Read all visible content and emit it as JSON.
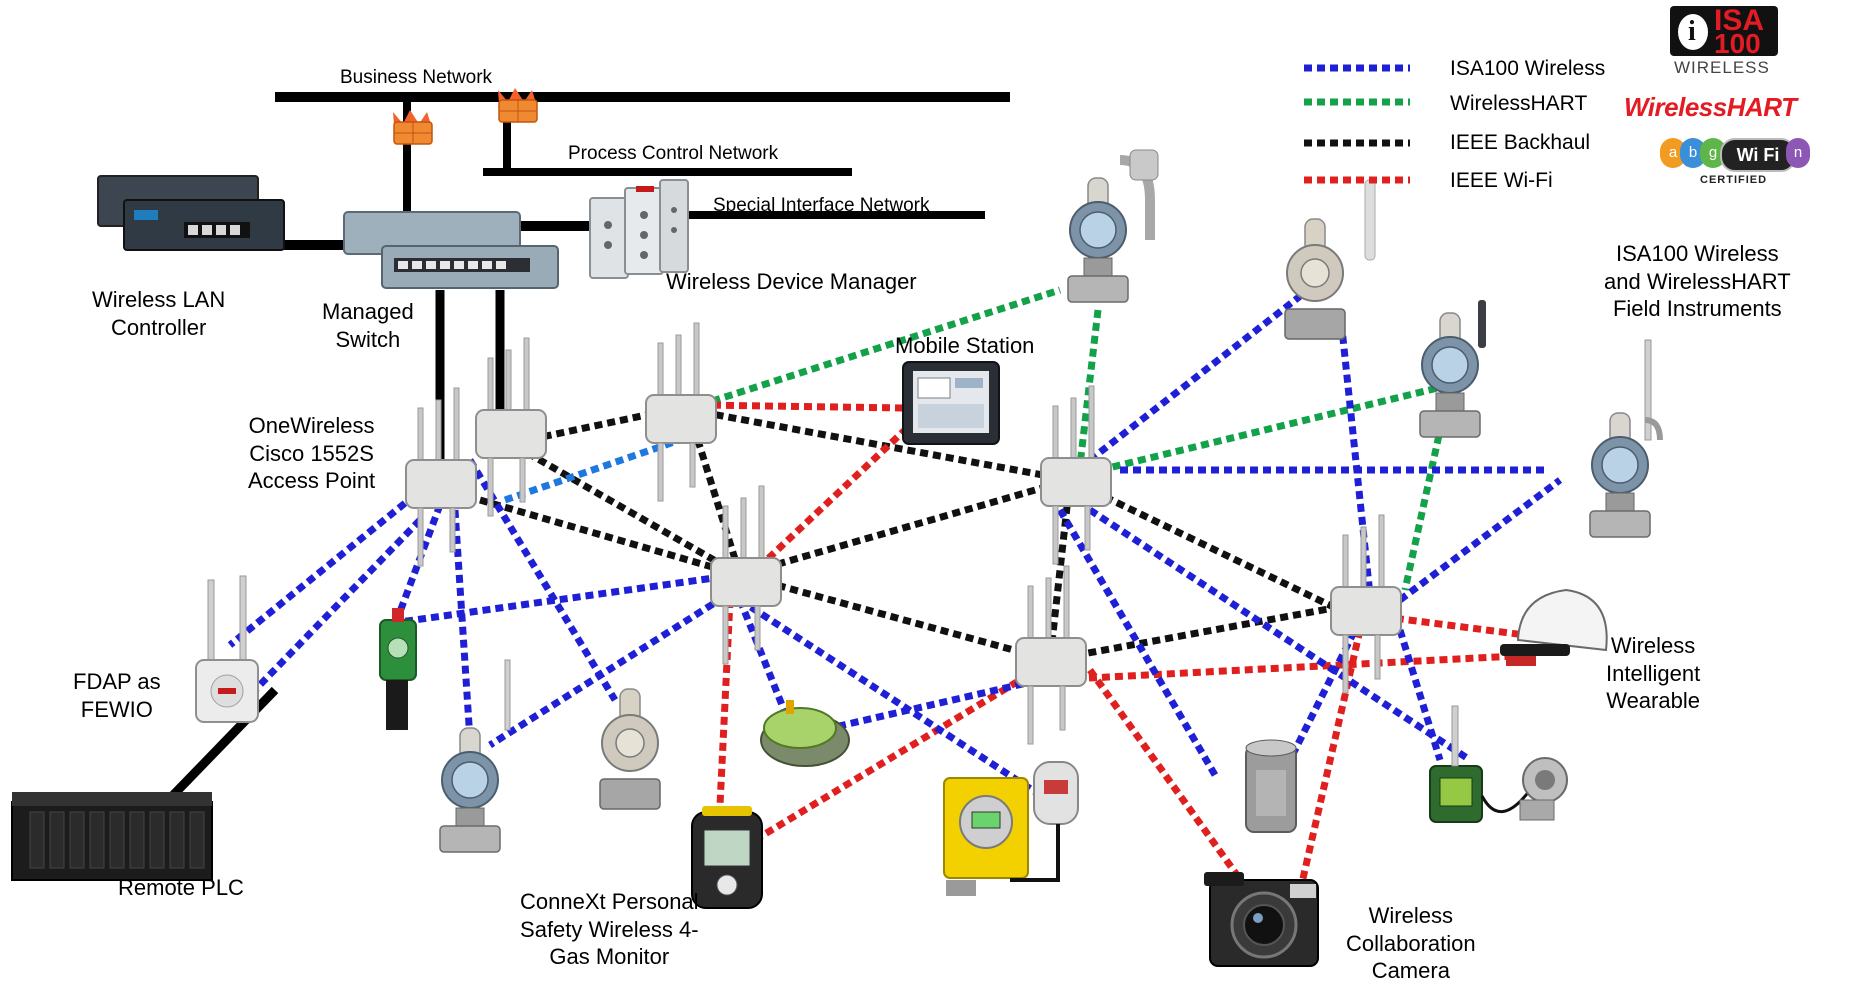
{
  "networks": {
    "business": "Business Network",
    "process_control": "Process Control Network",
    "special_interface": "Special Interface Network"
  },
  "labels": {
    "wireless_lan_controller": "Wireless LAN\nController",
    "managed_switch": "Managed\nSwitch",
    "wireless_device_manager": "Wireless Device Manager",
    "mobile_station": "Mobile Station",
    "access_point": "OneWireless\nCisco 1552S\nAccess Point",
    "fdap": "FDAP as\nFEWIO",
    "remote_plc": "Remote PLC",
    "gas_monitor": "ConneXt Personal\nSafety Wireless 4-\nGas Monitor",
    "field_instruments": "ISA100 Wireless\nand WirelessHART\nField Instruments",
    "wearable": "Wireless\nIntelligent\nWearable",
    "camera": "Wireless\nCollaboration\nCamera"
  },
  "legend": [
    {
      "label": "ISA100 Wireless",
      "color": "#1f1fd6"
    },
    {
      "label": "WirelessHART",
      "color": "#13a14a"
    },
    {
      "label": "IEEE Backhaul",
      "color": "#111111"
    },
    {
      "label": "IEEE Wi-Fi",
      "color": "#e0201f"
    }
  ],
  "logos": {
    "isa_top": "ISA",
    "isa_100": "100",
    "isa_wireless": "WIRELESS",
    "wirelesshart": "WirelessHART",
    "wifi_letters": [
      "a",
      "b",
      "g",
      "n"
    ],
    "wifi": "Wi Fi",
    "wifi_certified": "CERTIFIED"
  },
  "colors": {
    "isa100": "#1f1fd6",
    "hart": "#13a14a",
    "backhaul": "#111111",
    "wifi": "#e0201f",
    "isa_light": "#1e78e0"
  }
}
